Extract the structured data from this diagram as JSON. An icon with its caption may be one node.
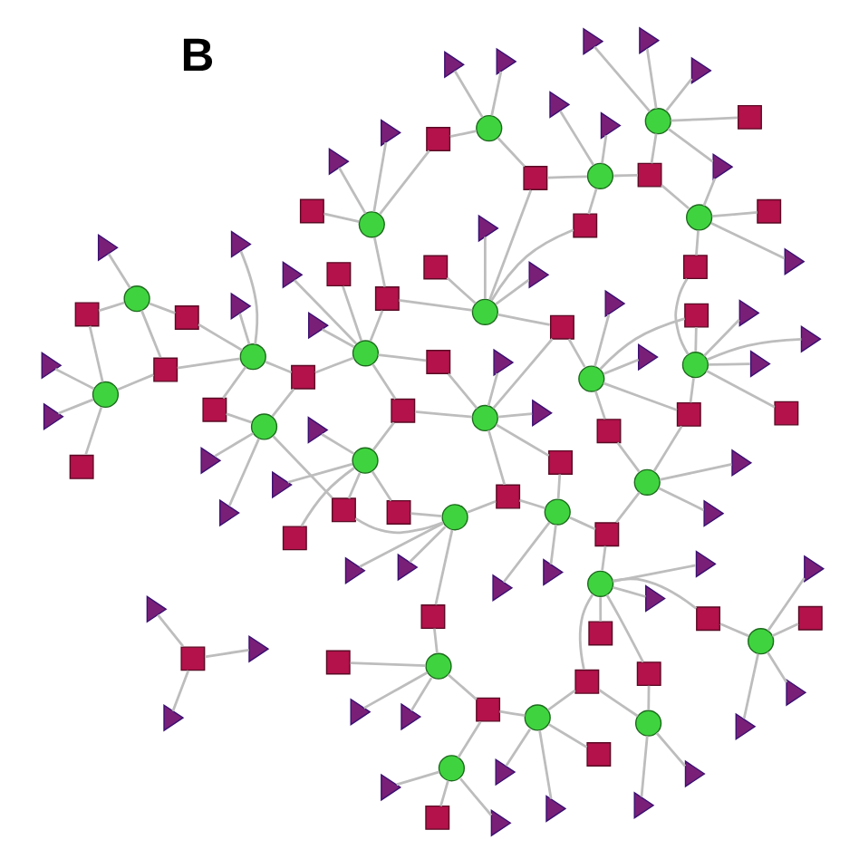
{
  "diagram": {
    "nodes": [
      {
        "text": [],
        "shape": "circle"
      },
      {
        "text": [],
        "shape": "triangle"
      },
      {
        "text": [],
        "shape": "triangle"
      },
      {
        "text": [],
        "shape": "triangle"
      },
      {
        "text": [],
        "shape": "box"
      },
      {
        "text": [],
        "shape": "circle"
      },
      {
        "text": [],
        "shape": "triangle"
      },
      {
        "text": [],
        "shape": "triangle"
      },
      {
        "text": [],
        "shape": "box"
      },
      {
        "text": [],
        "shape": "triangle"
      },
      {
        "text": [],
        "shape": "circle"
      },
      {
        "text": [],
        "shape": "triangle"
      },
      {
        "text": [],
        "shape": "box"
      },
      {
        "text": [],
        "shape": "triangle"
      },
      {
        "text": [],
        "shape": "circle"
      },
      {
        "text": [],
        "shape": "triangle"
      },
      {
        "text": [],
        "shape": "triangle"
      },
      {
        "text": [],
        "shape": "box"
      },
      {
        "text": [],
        "shape": "circle"
      },
      {
        "text": [],
        "shape": "triangle"
      },
      {
        "text": [],
        "shape": "box"
      },
      {
        "text": [],
        "shape": "triangle"
      },
      {
        "text": [],
        "shape": "circle"
      },
      {
        "text": [],
        "shape": "triangle"
      },
      {
        "text": [],
        "shape": "box"
      },
      {
        "text": [],
        "shape": "triangle"
      },
      {
        "text": [],
        "shape": "circle"
      },
      {
        "text": [],
        "shape": "triangle"
      },
      {
        "text": [],
        "shape": "box"
      },
      {
        "text": [],
        "shape": "triangle"
      },
      {
        "text": [],
        "shape": "triangle"
      },
      {
        "text": [],
        "shape": "circle"
      },
      {
        "text": [],
        "shape": "triangle"
      },
      {
        "text": [],
        "shape": "box"
      },
      {
        "text": [],
        "shape": "triangle"
      },
      {
        "text": [],
        "shape": "circle"
      },
      {
        "text": [],
        "shape": "triangle"
      },
      {
        "text": [],
        "shape": "triangle"
      },
      {
        "text": [],
        "shape": "box"
      },
      {
        "text": [],
        "shape": "circle"
      },
      {
        "text": [],
        "shape": "triangle"
      },
      {
        "text": [],
        "shape": "box"
      },
      {
        "text": [],
        "shape": "triangle"
      },
      {
        "text": [],
        "shape": "circle"
      },
      {
        "text": [],
        "shape": "triangle"
      },
      {
        "text": [],
        "shape": "box"
      },
      {
        "text": [],
        "shape": "triangle"
      },
      {
        "text": [],
        "shape": "circle"
      },
      {
        "text": [],
        "shape": "triangle"
      },
      {
        "text": [],
        "shape": "box"
      },
      {
        "text": [],
        "shape": "triangle"
      },
      {
        "text": [],
        "shape": "circle"
      },
      {
        "text": [],
        "shape": "triangle"
      },
      {
        "text": [],
        "shape": "box"
      },
      {
        "text": [],
        "shape": "triangle"
      },
      {
        "text": [],
        "shape": "circle"
      },
      {
        "text": [],
        "shape": "triangle"
      },
      {
        "text": [],
        "shape": "box"
      },
      {
        "text": [],
        "shape": "triangle"
      },
      {
        "text": [],
        "shape": "circle"
      },
      {
        "text": [],
        "shape": "triangle"
      },
      {
        "text": [],
        "shape": "triangle"
      },
      {
        "text": [],
        "shape": "box"
      },
      {
        "text": [],
        "shape": "circle"
      },
      {
        "text": [],
        "shape": "triangle"
      },
      {
        "text": [],
        "shape": "box"
      },
      {
        "text": [],
        "shape": "triangle"
      },
      {
        "text": [],
        "shape": "circle"
      },
      {
        "text": [],
        "shape": "triangle"
      },
      {
        "text": [],
        "shape": "box"
      },
      {
        "text": [],
        "shape": "triangle"
      },
      {
        "text": [],
        "shape": "circle"
      },
      {
        "text": [],
        "shape": "triangle"
      },
      {
        "text": [],
        "shape": "box"
      },
      {
        "text": [],
        "shape": "triangle"
      },
      {
        "text": [],
        "shape": "circle"
      },
      {
        "text": [],
        "shape": "triangle"
      },
      {
        "text": [],
        "shape": "box"
      },
      {
        "text": [],
        "shape": "triangle"
      },
      {
        "text": [],
        "shape": "circle"
      },
      {
        "text": [],
        "shape": "triangle"
      },
      {
        "text": [],
        "shape": "box"
      },
      {
        "text": [],
        "shape": "triangle"
      },
      {
        "text": [],
        "shape": "circle"
      },
      {
        "text": [],
        "shape": "triangle"
      },
      {
        "text": [],
        "shape": "box"
      },
      {
        "text": [],
        "shape": "triangle"
      },
      {
        "text": [],
        "shape": "circle"
      },
      {
        "text": [],
        "shape": "triangle"
      },
      {
        "text": [],
        "shape": "box"
      },
      {
        "text": [],
        "shape": "triangle"
      },
      {
        "text": [],
        "shape": "circle"
      },
      {
        "text": [],
        "shape": "triangle"
      },
      {
        "text": [],
        "shape": "box"
      },
      {
        "text": [],
        "shape": "circle"
      },
      {
        "text": [],
        "shape": "triangle"
      },
      {
        "text": [],
        "shape": "triangle"
      },
      {
        "text": [],
        "shape": "box"
      },
      {
        "text": [],
        "shape": "box"
      },
      {
        "text": [],
        "shape": "box"
      },
      {
        "text": [],
        "shape": "box"
      },
      {
        "text": [],
        "shape": "box"
      },
      {
        "text": [],
        "shape": "box"
      },
      {
        "text": [],
        "shape": "box"
      },
      {
        "text": [],
        "shape": "box"
      },
      {
        "text": [],
        "shape": "box"
      },
      {
        "text": [],
        "shape": "box"
      },
      {
        "text": [],
        "shape": "box"
      },
      {
        "text": [],
        "shape": "box"
      },
      {
        "text": [],
        "shape": "box"
      },
      {
        "text": [],
        "shape": "box"
      },
      {
        "text": [],
        "shape": "box"
      },
      {
        "text": [],
        "shape": "box"
      },
      {
        "text": [],
        "shape": "box"
      },
      {
        "text": [],
        "shape": "box"
      },
      {
        "text": [],
        "shape": "triangle"
      },
      {
        "text": [],
        "shape": "triangle"
      },
      {
        "text": [],
        "shape": "triangle"
      }
    ],
    "edges": [
      {
        "from": 0,
        "to": 1,
        "arrow": "none"
      },
      {
        "from": 0,
        "to": 2,
        "arrow": "none"
      },
      {
        "from": 0,
        "to": 3,
        "arrow": "none"
      },
      {
        "from": 0,
        "to": 4,
        "arrow": "none"
      },
      {
        "from": 5,
        "to": 6,
        "arrow": "none"
      },
      {
        "from": 5,
        "to": 7,
        "arrow": "none"
      },
      {
        "from": 5,
        "to": 8,
        "arrow": "none"
      },
      {
        "from": 5,
        "to": 9,
        "arrow": "none"
      },
      {
        "from": 10,
        "to": 11,
        "arrow": "none"
      },
      {
        "from": 10,
        "to": 12,
        "arrow": "none"
      },
      {
        "from": 10,
        "to": 13,
        "arrow": "none"
      },
      {
        "from": 14,
        "to": 15,
        "arrow": "none"
      },
      {
        "from": 14,
        "to": 16,
        "arrow": "none"
      },
      {
        "from": 14,
        "to": 17,
        "arrow": "none"
      },
      {
        "from": 18,
        "to": 19,
        "arrow": "none"
      },
      {
        "from": 18,
        "to": 20,
        "arrow": "none"
      },
      {
        "from": 18,
        "to": 21,
        "arrow": "none"
      },
      {
        "from": 22,
        "to": 23,
        "arrow": "none"
      },
      {
        "from": 22,
        "to": 24,
        "arrow": "none"
      },
      {
        "from": 22,
        "to": 25,
        "arrow": "none"
      },
      {
        "from": 26,
        "to": 27,
        "arrow": "none"
      },
      {
        "from": 26,
        "to": 28,
        "arrow": "none"
      },
      {
        "from": 26,
        "to": 29,
        "arrow": "none"
      },
      {
        "from": 26,
        "to": 30,
        "arrow": "none"
      },
      {
        "from": 31,
        "to": 32,
        "arrow": "none"
      },
      {
        "from": 31,
        "to": 33,
        "arrow": "none"
      },
      {
        "from": 31,
        "to": 34,
        "arrow": "none"
      },
      {
        "from": 35,
        "to": 36,
        "arrow": "none"
      },
      {
        "from": 35,
        "to": 37,
        "arrow": "none"
      },
      {
        "from": 35,
        "to": 38,
        "arrow": "none"
      },
      {
        "from": 39,
        "to": 40,
        "arrow": "none"
      },
      {
        "from": 39,
        "to": 41,
        "arrow": "none"
      },
      {
        "from": 39,
        "to": 42,
        "arrow": "none"
      },
      {
        "from": 43,
        "to": 44,
        "arrow": "none"
      },
      {
        "from": 43,
        "to": 45,
        "arrow": "none"
      },
      {
        "from": 43,
        "to": 46,
        "arrow": "none"
      },
      {
        "from": 47,
        "to": 48,
        "arrow": "none"
      },
      {
        "from": 47,
        "to": 49,
        "arrow": "none"
      },
      {
        "from": 47,
        "to": 50,
        "arrow": "none"
      },
      {
        "from": 51,
        "to": 52,
        "arrow": "none"
      },
      {
        "from": 51,
        "to": 53,
        "arrow": "none"
      },
      {
        "from": 51,
        "to": 54,
        "arrow": "none"
      },
      {
        "from": 55,
        "to": 56,
        "arrow": "none"
      },
      {
        "from": 55,
        "to": 57,
        "arrow": "none"
      },
      {
        "from": 55,
        "to": 58,
        "arrow": "none"
      },
      {
        "from": 59,
        "to": 60,
        "arrow": "none"
      },
      {
        "from": 59,
        "to": 61,
        "arrow": "none"
      },
      {
        "from": 59,
        "to": 62,
        "arrow": "none"
      },
      {
        "from": 63,
        "to": 64,
        "arrow": "none"
      },
      {
        "from": 63,
        "to": 65,
        "arrow": "none"
      },
      {
        "from": 63,
        "to": 66,
        "arrow": "none"
      },
      {
        "from": 67,
        "to": 68,
        "arrow": "none"
      },
      {
        "from": 67,
        "to": 69,
        "arrow": "none"
      },
      {
        "from": 67,
        "to": 70,
        "arrow": "none"
      },
      {
        "from": 71,
        "to": 72,
        "arrow": "none"
      },
      {
        "from": 71,
        "to": 73,
        "arrow": "none"
      },
      {
        "from": 71,
        "to": 74,
        "arrow": "none"
      },
      {
        "from": 75,
        "to": 76,
        "arrow": "none"
      },
      {
        "from": 75,
        "to": 77,
        "arrow": "none"
      },
      {
        "from": 75,
        "to": 78,
        "arrow": "none"
      },
      {
        "from": 79,
        "to": 80,
        "arrow": "none"
      },
      {
        "from": 79,
        "to": 81,
        "arrow": "none"
      },
      {
        "from": 79,
        "to": 82,
        "arrow": "none"
      },
      {
        "from": 83,
        "to": 84,
        "arrow": "none"
      },
      {
        "from": 83,
        "to": 85,
        "arrow": "none"
      },
      {
        "from": 83,
        "to": 86,
        "arrow": "none"
      },
      {
        "from": 87,
        "to": 88,
        "arrow": "none"
      },
      {
        "from": 87,
        "to": 89,
        "arrow": "none"
      },
      {
        "from": 87,
        "to": 90,
        "arrow": "none"
      },
      {
        "from": 91,
        "to": 92,
        "arrow": "none"
      },
      {
        "from": 91,
        "to": 93,
        "arrow": "none"
      },
      {
        "from": 94,
        "to": 95,
        "arrow": "none"
      },
      {
        "from": 94,
        "to": 96,
        "arrow": "none"
      },
      {
        "from": 94,
        "to": 97,
        "arrow": "none"
      },
      {
        "from": 0,
        "to": 98,
        "arrow": "none"
      },
      {
        "from": 35,
        "to": 98,
        "arrow": "none"
      },
      {
        "from": 5,
        "to": 99,
        "arrow": "none"
      },
      {
        "from": 22,
        "to": 99,
        "arrow": "none"
      },
      {
        "from": 5,
        "to": 100,
        "arrow": "none"
      },
      {
        "from": 18,
        "to": 100,
        "arrow": "none"
      },
      {
        "from": 39,
        "to": 100,
        "arrow": "none"
      },
      {
        "from": 10,
        "to": 101,
        "arrow": "none"
      },
      {
        "from": 31,
        "to": 101,
        "arrow": "none"
      },
      {
        "from": 43,
        "to": 101,
        "arrow": "none"
      },
      {
        "from": 14,
        "to": 102,
        "arrow": "none"
      },
      {
        "from": 31,
        "to": 102,
        "arrow": "none"
      },
      {
        "from": 35,
        "to": 102,
        "arrow": "none"
      },
      {
        "from": 18,
        "to": 103,
        "arrow": "none"
      },
      {
        "from": 35,
        "to": 103,
        "arrow": "none"
      },
      {
        "from": 47,
        "to": 103,
        "arrow": "none"
      },
      {
        "from": 22,
        "to": 104,
        "arrow": "none"
      },
      {
        "from": 26,
        "to": 104,
        "arrow": "none"
      },
      {
        "from": 51,
        "to": 104,
        "arrow": "none"
      },
      {
        "from": 39,
        "to": 105,
        "arrow": "none"
      },
      {
        "from": 55,
        "to": 105,
        "arrow": "none"
      },
      {
        "from": 59,
        "to": 105,
        "arrow": "none"
      },
      {
        "from": 43,
        "to": 106,
        "arrow": "none"
      },
      {
        "from": 63,
        "to": 106,
        "arrow": "none"
      },
      {
        "from": 47,
        "to": 107,
        "arrow": "none"
      },
      {
        "from": 55,
        "to": 107,
        "arrow": "none"
      },
      {
        "from": 63,
        "to": 107,
        "arrow": "none"
      },
      {
        "from": 51,
        "to": 108,
        "arrow": "none"
      },
      {
        "from": 59,
        "to": 108,
        "arrow": "none"
      },
      {
        "from": 71,
        "to": 108,
        "arrow": "none"
      },
      {
        "from": 55,
        "to": 109,
        "arrow": "none"
      },
      {
        "from": 67,
        "to": 109,
        "arrow": "none"
      },
      {
        "from": 75,
        "to": 109,
        "arrow": "none"
      },
      {
        "from": 59,
        "to": 110,
        "arrow": "none"
      },
      {
        "from": 67,
        "to": 110,
        "arrow": "none"
      },
      {
        "from": 79,
        "to": 110,
        "arrow": "none"
      },
      {
        "from": 63,
        "to": 111,
        "arrow": "none"
      },
      {
        "from": 75,
        "to": 111,
        "arrow": "none"
      },
      {
        "from": 83,
        "to": 111,
        "arrow": "none"
      },
      {
        "from": 67,
        "to": 112,
        "arrow": "none"
      },
      {
        "from": 83,
        "to": 112,
        "arrow": "none"
      },
      {
        "from": 87,
        "to": 112,
        "arrow": "none"
      },
      {
        "from": 87,
        "to": 113,
        "arrow": "none"
      },
      {
        "from": 91,
        "to": 113,
        "arrow": "none"
      },
      {
        "from": 94,
        "to": 113,
        "arrow": "none"
      },
      {
        "from": 35,
        "to": 17,
        "arrow": "none"
      },
      {
        "from": 39,
        "to": 20,
        "arrow": "none"
      },
      {
        "from": 26,
        "to": 25,
        "arrow": "none"
      },
      {
        "from": 55,
        "to": 49,
        "arrow": "none"
      },
      {
        "from": 67,
        "to": 57,
        "arrow": "none"
      },
      {
        "from": 75,
        "to": 65,
        "arrow": "none"
      },
      {
        "from": 79,
        "to": 73,
        "arrow": "none"
      },
      {
        "from": 87,
        "to": 85,
        "arrow": "none"
      },
      {
        "from": 91,
        "to": 89,
        "arrow": "none"
      },
      {
        "from": 94,
        "to": 93,
        "arrow": "none"
      },
      {
        "from": 59,
        "to": 53,
        "arrow": "none"
      },
      {
        "from": 5,
        "to": 41,
        "arrow": "none"
      },
      {
        "from": 114,
        "to": 115,
        "arrow": "none"
      },
      {
        "from": 114,
        "to": 116,
        "arrow": "none"
      },
      {
        "from": 114,
        "to": 117,
        "arrow": "none"
      }
    ],
    "labels": [
      "B"
    ]
  }
}
